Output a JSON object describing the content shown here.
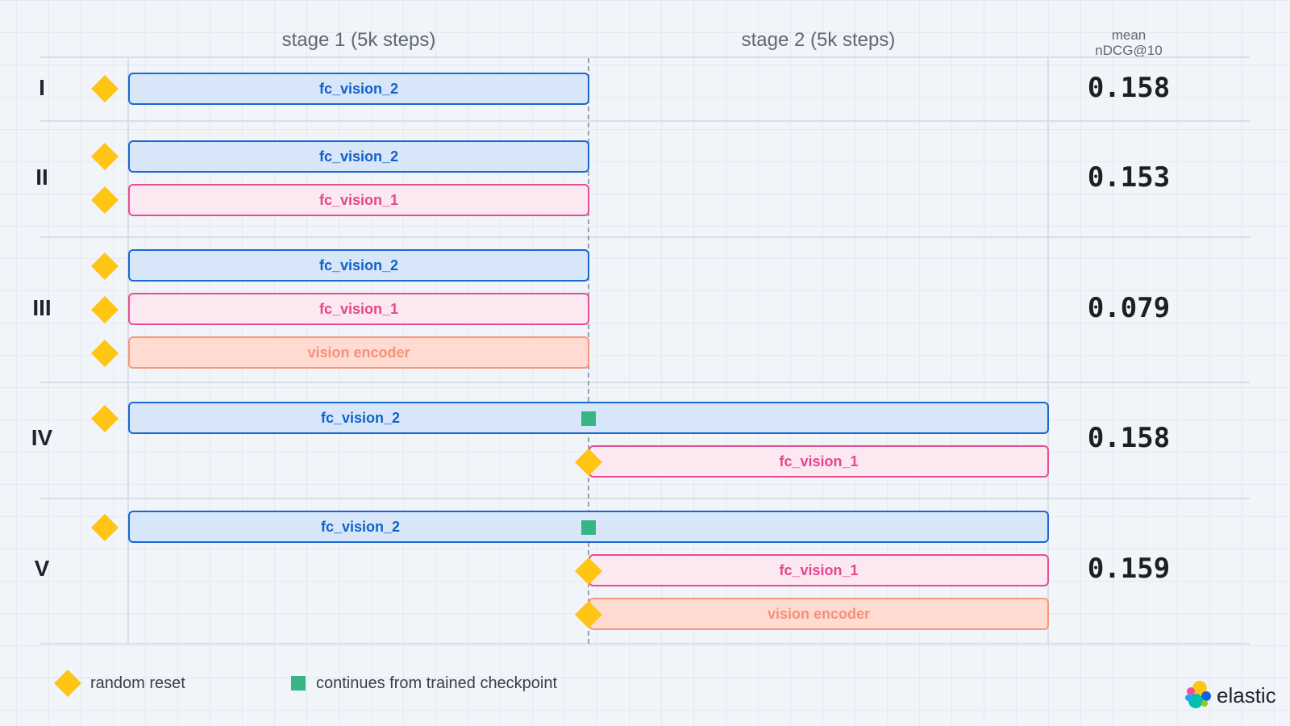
{
  "headers": {
    "stage1": "stage 1 (5k steps)",
    "stage2": "stage 2 (5k steps)",
    "metric_line1": "mean",
    "metric_line2": "nDCG@10"
  },
  "rows": [
    {
      "label": "I",
      "score": "0.158"
    },
    {
      "label": "II",
      "score": "0.153"
    },
    {
      "label": "III",
      "score": "0.079"
    },
    {
      "label": "IV",
      "score": "0.158"
    },
    {
      "label": "V",
      "score": "0.159"
    }
  ],
  "bars": {
    "fc_vision_2": "fc_vision_2",
    "fc_vision_1": "fc_vision_1",
    "vision_encoder": "vision encoder"
  },
  "legend": {
    "random_reset": "random reset",
    "continues": "continues from trained checkpoint"
  },
  "brand": "elastic",
  "colors": {
    "blue": "#1868d4",
    "pink": "#e84c93",
    "orange": "#f7977c",
    "reset_diamond": "#fec514",
    "checkpoint_square": "#38b584"
  }
}
